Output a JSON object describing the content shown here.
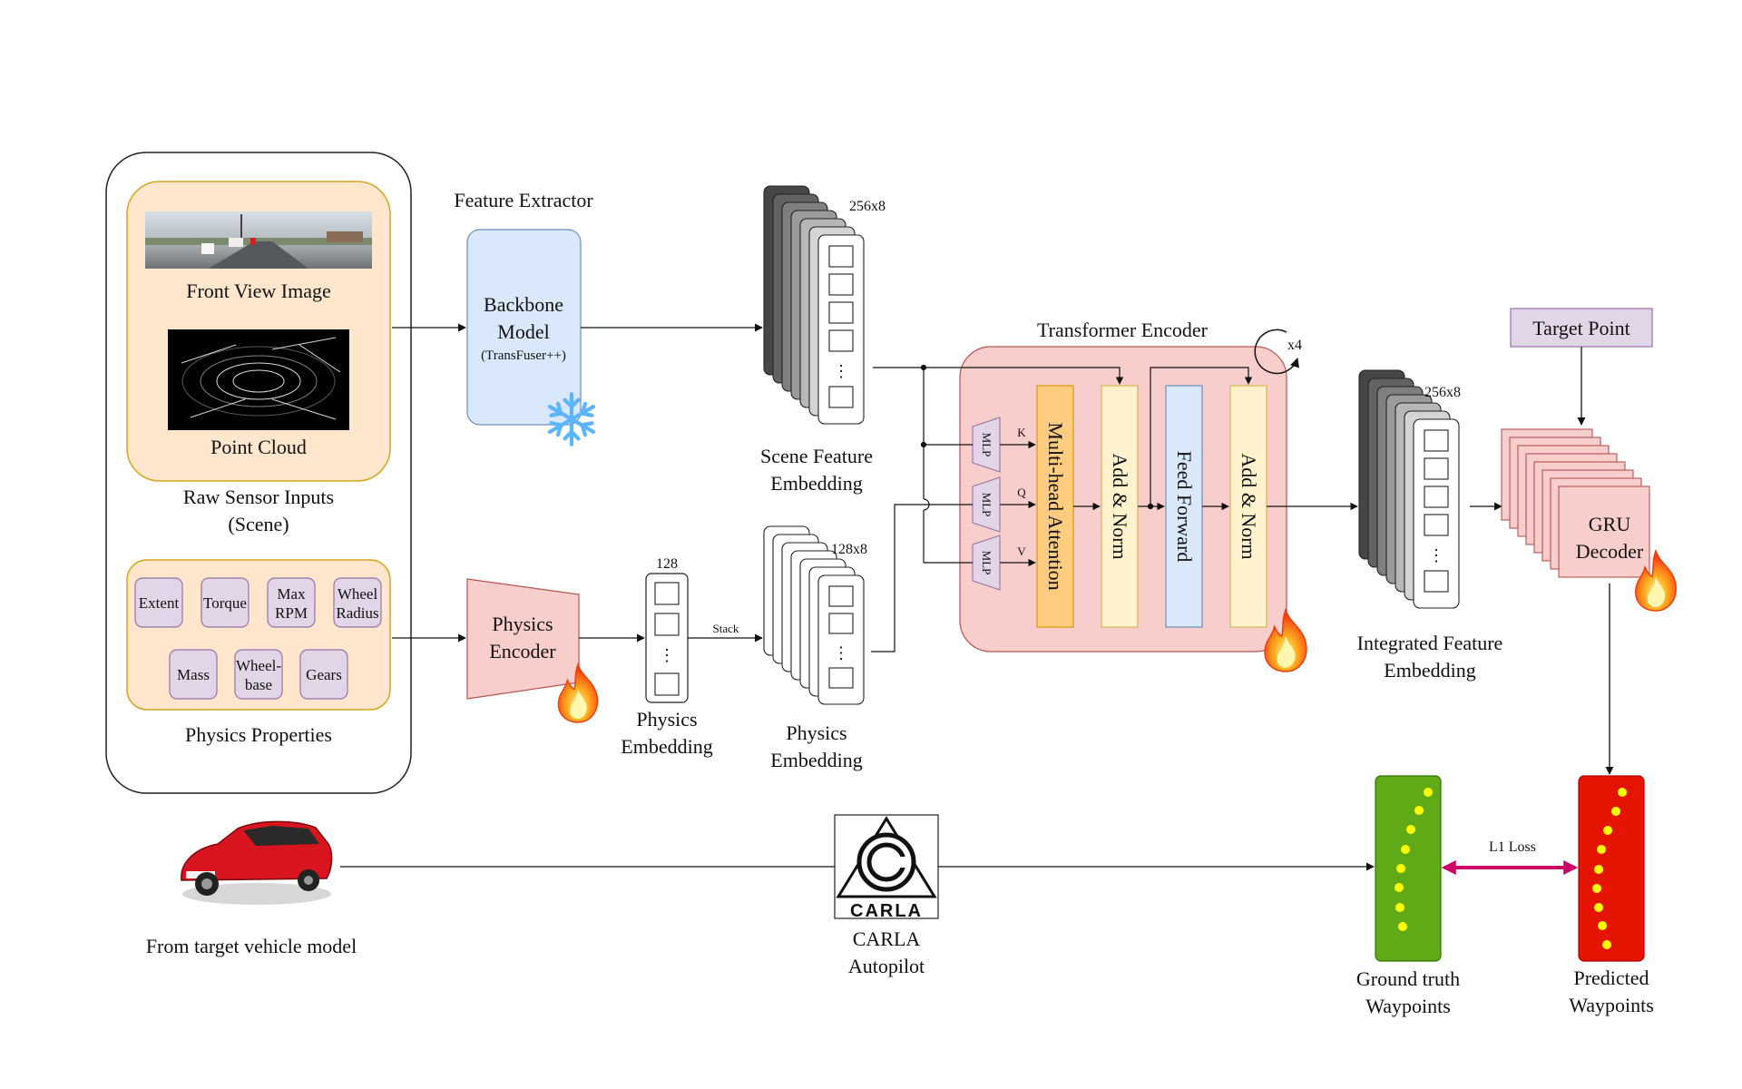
{
  "colors": {
    "orange_panel": "#ffe6cc",
    "orange_border": "#d6a51c",
    "purple_box": "#e1d5e7",
    "purple_border": "#9673a6",
    "blue_box": "#dae8fc",
    "blue_border": "#6c8ebf",
    "red_box": "#f8cecc",
    "red_border": "#b85450",
    "attention": "#ffcc80",
    "addnorm": "#fff2cc",
    "green_wp": "#60a917",
    "red_wp": "#e51400",
    "wp_dot": "#ffff00",
    "l1_arrow": "#cc0066",
    "flame": "#ff5a1f",
    "snowflake": "#66bbff"
  },
  "raw_inputs": {
    "front_view_label": "Front View Image",
    "point_cloud_label": "Point Cloud",
    "panel_title_line1": "Raw Sensor Inputs",
    "panel_title_line2": "(Scene)"
  },
  "physics_properties": {
    "title": "Physics Properties",
    "row1": [
      [
        "Extent"
      ],
      [
        "Torque"
      ],
      [
        "Max",
        "RPM"
      ],
      [
        "Wheel",
        "Radius"
      ]
    ],
    "row2": [
      [
        "Mass"
      ],
      [
        "Wheel-",
        "base"
      ],
      [
        "Gears"
      ]
    ]
  },
  "feature_extractor": {
    "title": "Feature Extractor",
    "line1": "Backbone",
    "line2": "Model",
    "line3": "(TransFuser++)"
  },
  "physics_encoder": {
    "line1": "Physics",
    "line2": "Encoder"
  },
  "scene_embedding": {
    "dims": "256x8",
    "label_line1": "Scene Feature",
    "label_line2": "Embedding"
  },
  "physics_embedding_vec": {
    "dims": "128",
    "label_line1": "Physics",
    "label_line2": "Embedding",
    "stack_label": "Stack"
  },
  "physics_embedding_stack": {
    "dims": "128x8",
    "label_line1": "Physics",
    "label_line2": "Embedding"
  },
  "transformer": {
    "title": "Transformer Encoder",
    "repeat": "x4",
    "mlp": "MLP",
    "k": "K",
    "q": "Q",
    "v": "V",
    "attention": "Multi-head Attention",
    "addnorm1": "Add & Norm",
    "feedforward": "Feed Forward",
    "addnorm2": "Add & Norm"
  },
  "integrated_embedding": {
    "dims": "256x8",
    "label_line1": "Integrated Feature",
    "label_line2": "Embedding"
  },
  "target_point": "Target Point",
  "gru": {
    "line1": "GRU",
    "line2": "Decoder"
  },
  "vehicle": {
    "label": "From target vehicle model"
  },
  "carla": {
    "logo_text": "CARLA",
    "label_line1": "CARLA",
    "label_line2": "Autopilot"
  },
  "waypoints": {
    "gt_line1": "Ground truth",
    "gt_line2": "Waypoints",
    "pred_line1": "Predicted",
    "pred_line2": "Waypoints",
    "loss": "L1 Loss"
  },
  "ellipsis": "⋮"
}
